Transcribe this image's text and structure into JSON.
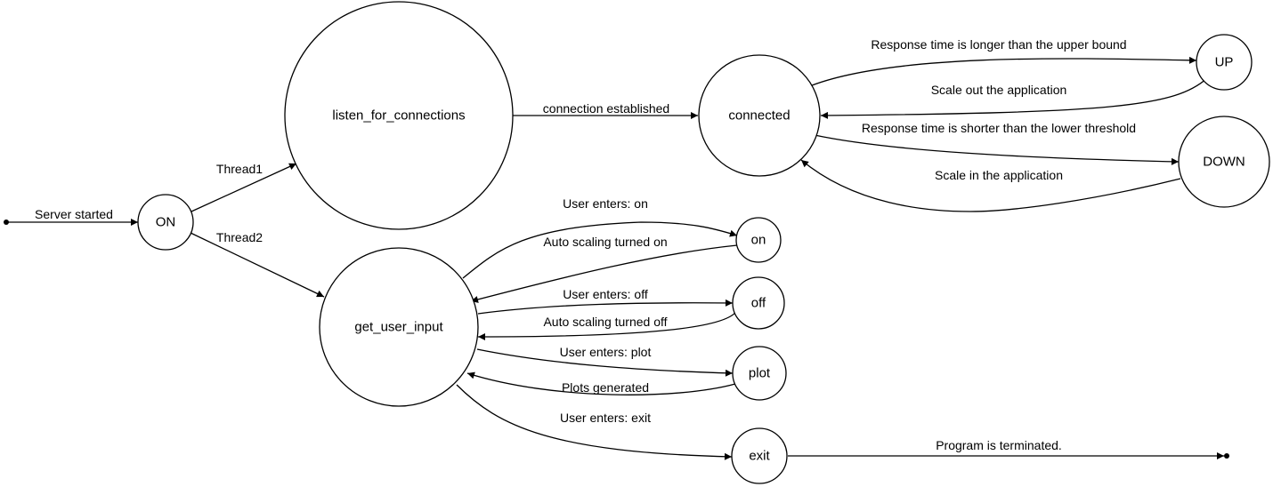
{
  "nodes": {
    "on_state": "ON",
    "listen": "listen_for_connections",
    "connected": "connected",
    "up": "UP",
    "down": "DOWN",
    "get_input": "get_user_input",
    "on_cmd": "on",
    "off_cmd": "off",
    "plot_cmd": "plot",
    "exit_cmd": "exit"
  },
  "edges": {
    "server_started": "Server started",
    "thread1": "Thread1",
    "thread2": "Thread2",
    "connection_established": "connection established",
    "response_longer": "Response time is longer than the upper bound",
    "scale_out": "Scale out the application",
    "response_shorter": "Response time is shorter than the lower threshold",
    "scale_in": "Scale in the application",
    "user_enters_on": "User enters: on",
    "auto_on": "Auto scaling turned on",
    "user_enters_off": "User enters: off",
    "auto_off": "Auto scaling turned off",
    "user_enters_plot": "User enters: plot",
    "plots_generated": "Plots generated",
    "user_enters_exit": "User enters: exit",
    "program_terminated": "Program is terminated."
  }
}
